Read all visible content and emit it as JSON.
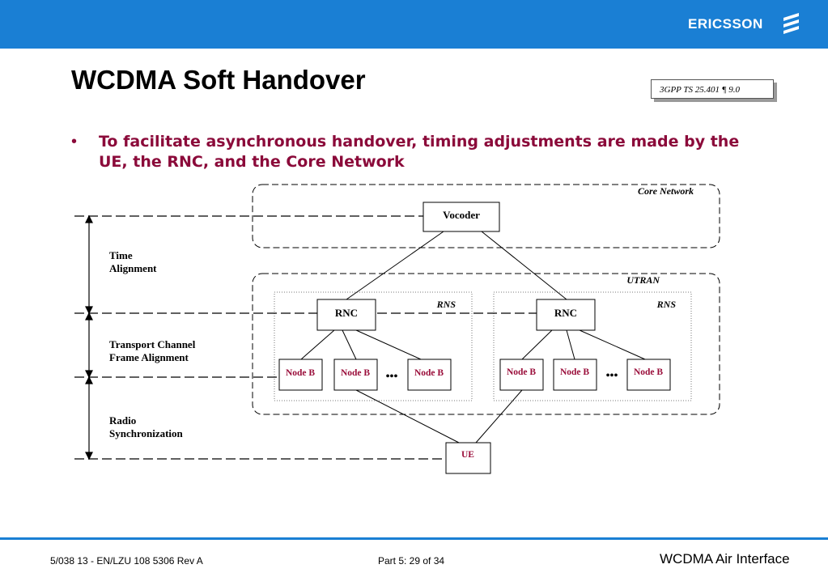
{
  "header": {
    "brand": "ERICSSON",
    "logo_icon": "ericsson-wave-logo",
    "bar_color": "#1a7fd4"
  },
  "slide": {
    "title": "WCDMA Soft Handover",
    "reference": "3GPP TS 25.401 ¶ 9.0",
    "bullet": "To facilitate asynchronous handover, timing adjustments are made by the UE, the RNC, and the Core Network"
  },
  "diagram": {
    "core_network_label": "Core Network",
    "utran_label": "UTRAN",
    "rns_label_left": "RNS",
    "rns_label_right": "RNS",
    "vocoder": "Vocoder",
    "rnc_left": "RNC",
    "rnc_right": "RNC",
    "node_b": "Node B",
    "ue": "UE",
    "ellipsis": "•••",
    "levels": {
      "time_alignment": [
        "Time",
        "Alignment"
      ],
      "transport_channel": [
        "Transport Channel",
        "Frame Alignment"
      ],
      "radio_sync": [
        "Radio",
        "Synchronization"
      ]
    }
  },
  "footer": {
    "doc_id": "5/038 13 - EN/LZU 108 5306 Rev A",
    "page": "Part 5:  29 of 34",
    "course": "WCDMA Air Interface"
  },
  "colors": {
    "accent": "#8b0a3a",
    "node_text": "#9a0d3a",
    "blue": "#1a7fd4"
  }
}
